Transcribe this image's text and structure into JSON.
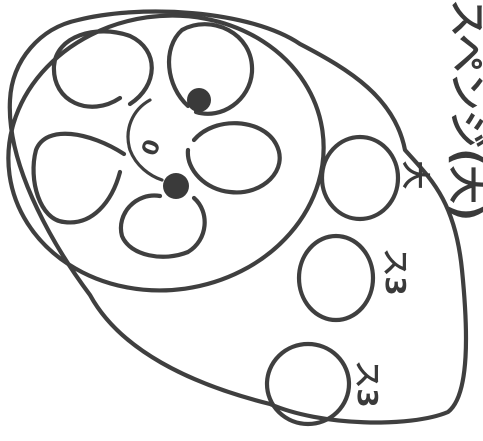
{
  "diagram": {
    "stroke_color": "#3f3f3f",
    "background": "#ffffff",
    "labels": {
      "side_text": "スペンジ(大)",
      "circle_top": "大",
      "circle_middle": "ス3",
      "circle_bottom": "ス3",
      "center_mark": "0"
    }
  }
}
